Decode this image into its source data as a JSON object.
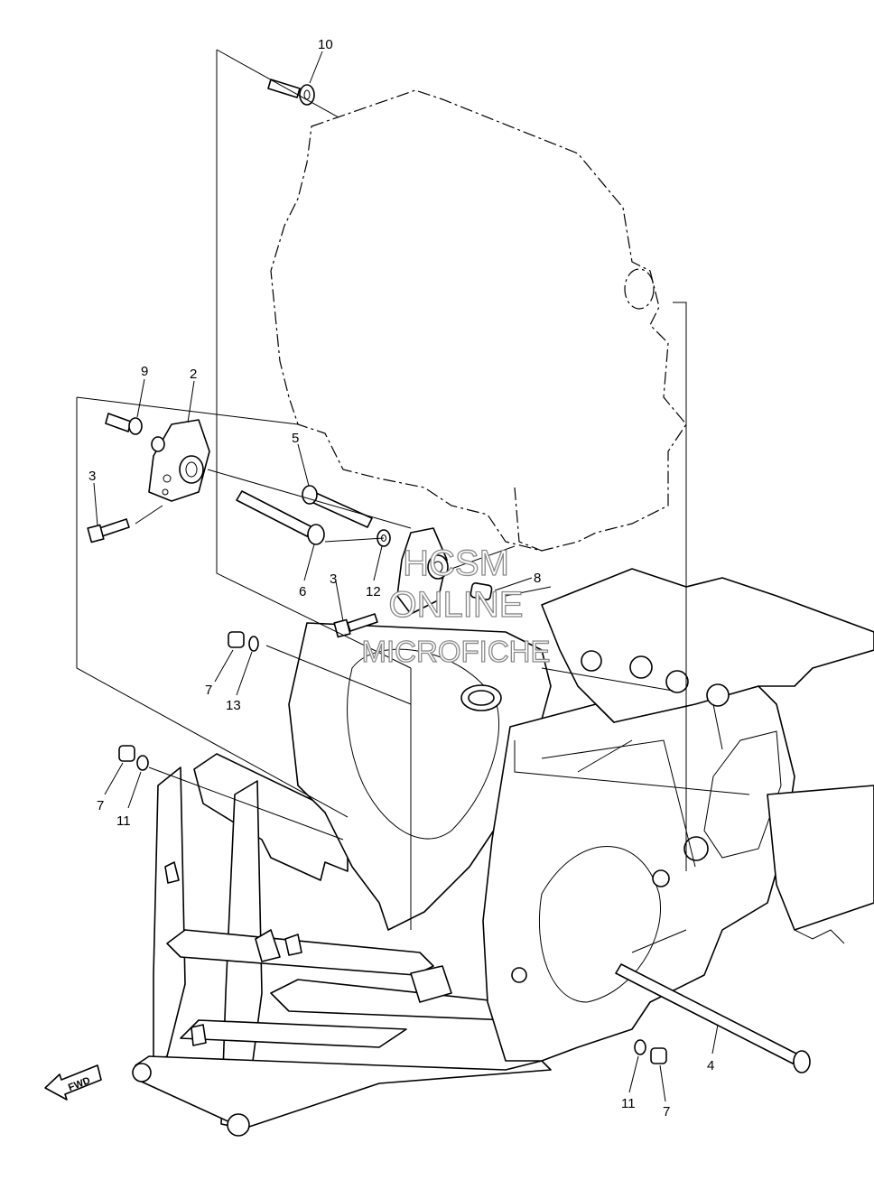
{
  "callouts": {
    "c10": "10",
    "c9": "9",
    "c2": "2",
    "c3a": "3",
    "c5": "5",
    "c6": "6",
    "c12": "12",
    "c3b": "3",
    "c8": "8",
    "c7a": "7",
    "c13": "13",
    "c7b": "7",
    "c11a": "11",
    "c4": "4",
    "c11b": "11",
    "c7c": "7"
  },
  "watermark": {
    "line1": "HCSM",
    "line2": "ONLINE",
    "line3": "MICROFICHE"
  },
  "direction_label": "FWD"
}
